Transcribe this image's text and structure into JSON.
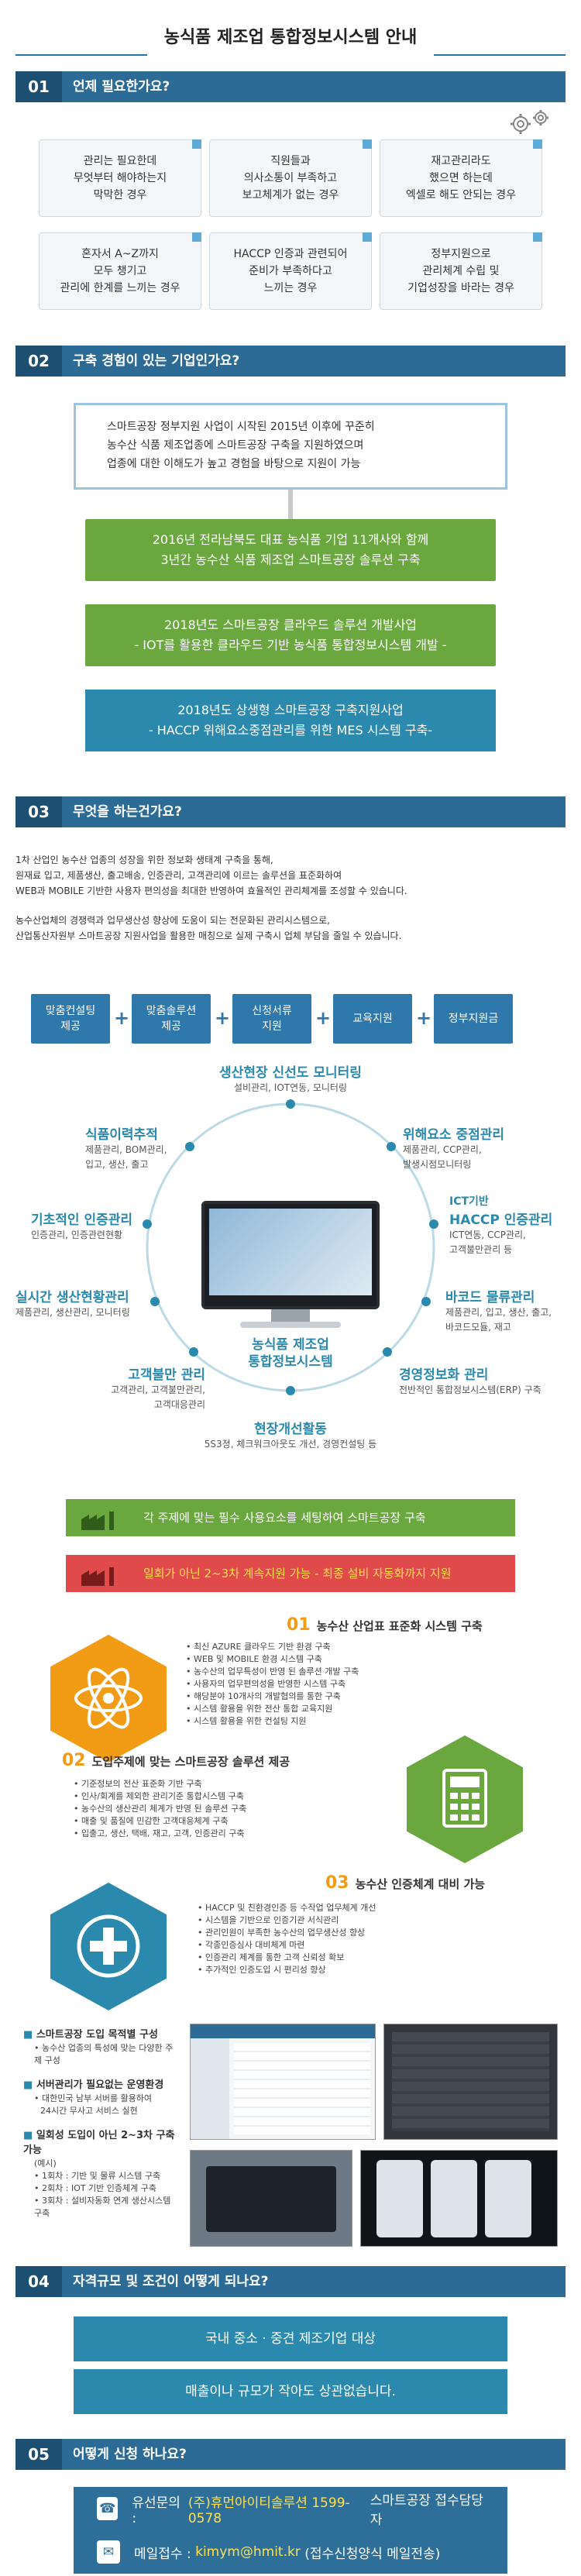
{
  "title": "농식품 제조업 통합정보시스템 안내",
  "sections": {
    "s1": {
      "num": "01",
      "label": "언제 필요한가요?"
    },
    "s2": {
      "num": "02",
      "label": "구축 경험이 있는 기업인가요?"
    },
    "s3": {
      "num": "03",
      "label": "무엇을 하는건가요?"
    },
    "s4": {
      "num": "04",
      "label": "자격규모 및 조건이 어떻게 되나요?"
    },
    "s5": {
      "num": "05",
      "label": "어떻게 신청 하나요?"
    }
  },
  "needs": [
    [
      "관리는 필요한데",
      "무엇부터 해야하는지",
      "막막한 경우"
    ],
    [
      "직원들과",
      "의사소통이 부족하고",
      "보고체계가 없는 경우"
    ],
    [
      "재고관리라도",
      "했으면 하는데",
      "엑셀로 해도 안되는 경우"
    ],
    [
      "혼자서 A~Z까지",
      "모두 챙기고",
      "관리에 한계를 느끼는 경우"
    ],
    [
      "HACCP 인증과 관련되어",
      "준비가 부족하다고",
      "느끼는 경우"
    ],
    [
      "정부지원으로",
      "관리체계 수립 및",
      "기업성장을 바라는 경우"
    ]
  ],
  "experience": {
    "intro": [
      "스마트공장 정부지원 사업이 시작된 2015년 이후에 꾸준히",
      "농수산 식품 제조업종에 스마트공장 구축을 지원하였으며",
      "업종에 대한 이해도가 높고 경험을 바탕으로 지원이 가능"
    ],
    "g1": [
      "2016년 전라남북도 대표 농식품 기업 11개사와 함께",
      "3년간 농수산 식품 제조업 스마트공장 솔루션 구축"
    ],
    "g2": [
      "2018년도 스마트공장 클라우드 솔루션 개발사업",
      "- IOT를 활용한 클라우드 기반 농식품 통합정보시스템 개발 -"
    ],
    "t1": [
      "2018년도 상생형 스마트공장 구축지원사업",
      "- HACCP 위해요소중점관리를 위한 MES 시스템 구축-"
    ]
  },
  "what": {
    "p1": [
      "1차 산업인 농수산 업종의 성장을 위한 정보화 생태계 구축을 통해,",
      "원재료 입고, 제품생산, 출고배송, 인증관리, 고객관리에 이르는 솔루션을 표준화하여",
      "WEB과 MOBILE 기반한 사용자 편의성을 최대한 반영하여 효율적인 관리체계를 조성할 수 있습니다."
    ],
    "p2": [
      "농수산업체의 경쟁력과 업무생산성 향상에 도움이 되는 전문화된 관리시스템으로,",
      "산업통산자원부 스마트공장 지원사업을 활용한 매칭으로 실제 구축시 업체 부담을 줄일 수 있습니다."
    ],
    "services": [
      [
        "맞춤컨설팅",
        "제공"
      ],
      [
        "맞춤솔루션",
        "제공"
      ],
      [
        "신청서류",
        "지원"
      ],
      [
        "교육지원"
      ],
      [
        "정부지원금"
      ]
    ],
    "center": [
      "농식품 제조업",
      "통합정보시스템"
    ],
    "nodes": [
      {
        "title": "생산현장 신선도 모니터링",
        "sub": [
          "설비관리, IOT연동, 모니터링"
        ]
      },
      {
        "title": "식품이력추적",
        "sub": [
          "제품관리, BOM관리,",
          "입고, 생산, 출고"
        ]
      },
      {
        "title": "위해요소 중점관리",
        "sub": [
          "제품관리, CCP관리,",
          "발생시점모니터링"
        ]
      },
      {
        "title": "기초적인 인증관리",
        "sub": [
          "인증관리, 인증관련현황"
        ]
      },
      {
        "title": "ICT기반",
        "title2": "HACCP 인증관리",
        "sub": [
          "ICT연동, CCP관리,",
          "고객불만관리 등"
        ]
      },
      {
        "title": "실시간 생산현황관리",
        "sub": [
          "제품관리, 생산관리, 모니터링"
        ]
      },
      {
        "title": "바코드 물류관리",
        "sub": [
          "제품관리, 입고, 생산, 출고,",
          "바코드모듈, 재고"
        ]
      },
      {
        "title": "고객불만 관리",
        "sub": [
          "고객관리, 고객불만관리,",
          "고객대응관리"
        ]
      },
      {
        "title": "경영정보화 관리",
        "sub": [
          "전반적인 통합정보시스템(ERP) 구축"
        ]
      },
      {
        "title": "현장개선활동",
        "sub": [
          "5S3정, 체크워크아웃도 개선, 경영컨설팅 등"
        ]
      }
    ],
    "bar1": "각 주제에 맞는 필수 사용요소를 세팅하여 스마트공장 구축",
    "bar2": "일회가 아닌 2~3차 계속지원 가능 - 최종 설비 자동화까지 지원",
    "f1": {
      "num": "01",
      "title": "농수산 산업표 표준화 시스템 구축",
      "items": [
        "최신 AZURE 클라우드 기반 환경 구축",
        "WEB 및 MOBILE 환경 시스템 구축",
        "농수산의 업무특성이 반영 된 솔루션 개발 구축",
        "사용자의 업무편의성을 반영한 시스템 구축",
        "해당분야 10개사의 개발협의를 통한 구축",
        "시스템 활용을 위한 전산 통합 교육지원",
        "시스템 활용을 위한 컨설팅 지원"
      ]
    },
    "f2": {
      "num": "02",
      "title": "도입주제에 맞는 스마트공장 솔루션 제공",
      "items": [
        "기준정보의 전산 표준화 기반 구축",
        "인사/회계를 제외한 관리기준 통합시스템 구축",
        "농수산의 생산관리 체계가 반영 된 솔루션 구축",
        "매출 및 품질에 민감한 고객대응체계 구축",
        "입출고, 생산, 택배, 재고, 고객, 인증관리 구축"
      ]
    },
    "f3": {
      "num": "03",
      "title": "농수산 인증체계 대비 가능",
      "items": [
        "HACCP 및 친환경인증 등 수작업 업무체계 개선",
        "시스템을 기반으로 인증기관 서식관리",
        "관리인원이 부족한 농수산의 업무생산성 향상",
        "각종인증심사 대비체계 마련",
        "인증관리 체계를 통한 고객 신뢰성 확보",
        "추가적인 인증도입 시 편리성 향상"
      ]
    },
    "extra": [
      {
        "title": "스마트공장 도입 목적별 구성",
        "items": [
          "농수산 업종의 특성에 맞는 다양한 주제 구성"
        ]
      },
      {
        "title": "서버관리가 필요없는 운영환경",
        "items": [
          "대한민국 남부 서버를 활용하여",
          "24시간 무사고 서비스 실현"
        ]
      },
      {
        "title": "일회성 도입이 아닌 2~3차 구축 가능",
        "items": [
          "(예시)",
          "1회차 : 기반 및 물류 시스템 구축",
          "2회차 : IOT 기반 인증체계 구축",
          "3회차 : 설비자동화 연계 생산시스템 구축"
        ]
      }
    ]
  },
  "qualify": {
    "b1": "국내 중소 · 중견 제조기업 대상",
    "b2": "매출이나 규모가 작아도 상관없습니다."
  },
  "apply": {
    "phone_label": "유선문의 :",
    "phone_value": "(주)휴먼아이티솔루션 1599-0578",
    "phone_tail": "스마트공장 접수담당자",
    "mail_label": "메일접수 :",
    "mail_value": "kimym@hmit.kr",
    "mail_tail": "(접수신청양식 메일전송)"
  },
  "colors": {
    "primary": "#2b6b96",
    "green": "#6aa83f",
    "teal": "#2a89ad",
    "red": "#e04a4a",
    "orange": "#f29b14",
    "yellow": "#ffe14d"
  }
}
